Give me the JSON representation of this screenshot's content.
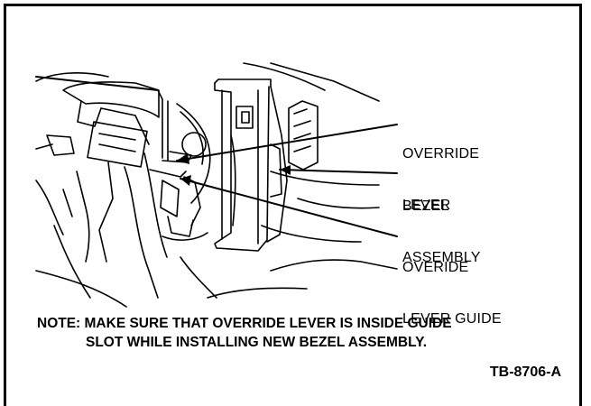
{
  "callouts": {
    "override_lever": [
      "OVERRIDE",
      "LEVER"
    ],
    "bezel_assembly": [
      "BEZEL",
      "ASSEMBLY"
    ],
    "override_lever_guide": [
      "OVERIDE",
      "LEVER GUIDE"
    ]
  },
  "note": {
    "line1": "NOTE: MAKE SURE THAT OVERRIDE LEVER IS INSIDE GUIDE",
    "line2": "SLOT WHILE INSTALLING NEW BEZEL ASSEMBLY."
  },
  "figure_id": "TB-8706-A",
  "colors": {
    "ink": "#000000",
    "paper": "#ffffff"
  }
}
